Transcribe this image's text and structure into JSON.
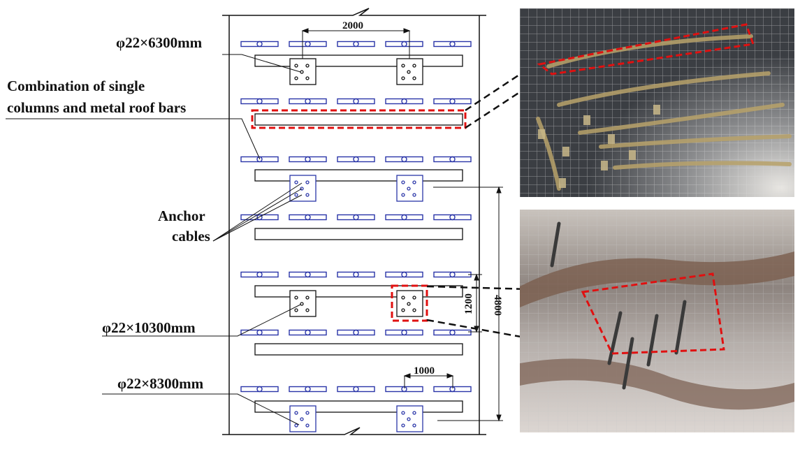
{
  "labels": {
    "cable_short": "φ22×6300mm",
    "roof_bars_line1": "Combination of single",
    "roof_bars_line2": "columns and metal roof bars",
    "anchor_line1": "Anchor",
    "anchor_line2": "cables",
    "cable_long": "φ22×10300mm",
    "cable_mid": "φ22×8300mm"
  },
  "dimensions": {
    "top_spacing": "2000",
    "bolt_spacing": "1000",
    "row_spacing": "1200",
    "total_spacing": "4800"
  },
  "photos": {
    "top": "roof-bars-photo",
    "bottom": "anchor-cables-photo"
  },
  "colors": {
    "bolt_blue": "#2a35a8",
    "highlight_red": "#e01010",
    "line": "#111111"
  }
}
